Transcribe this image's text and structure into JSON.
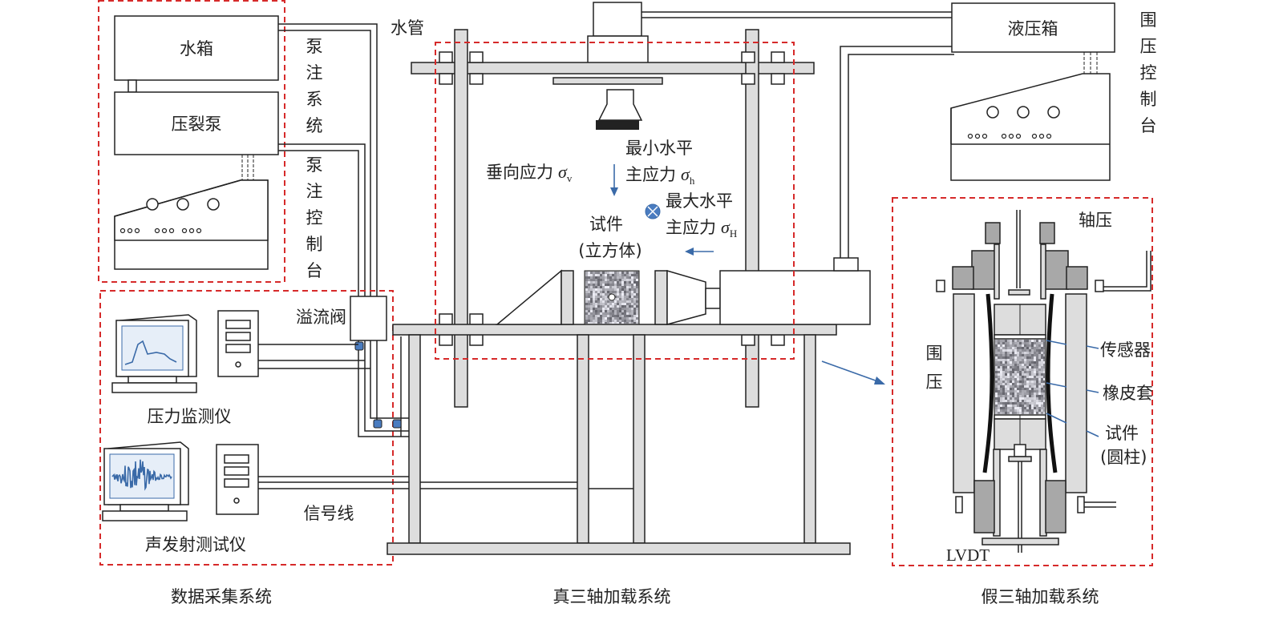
{
  "colors": {
    "dashed_border": "#d62a2a",
    "arrow": "#3a6aa8",
    "valve": "#4a7cc0"
  },
  "injection": {
    "water_tank": "水箱",
    "fracturing_pump": "压裂泵",
    "water_pipe": "水管",
    "pump_system_chars": [
      "泵",
      "注",
      "系",
      "统"
    ],
    "pump_console_chars": [
      "泵",
      "注",
      "控",
      "制",
      "台"
    ]
  },
  "acquisition": {
    "overflow_valve": "溢流阀",
    "pressure_monitor": "压力监测仪",
    "acoustic_emission": "声发射测试仪",
    "signal_line": "信号线",
    "caption": "数据采集系统"
  },
  "true_triaxial": {
    "vertical_stress": "垂向应力",
    "sigma": "σ",
    "sub_v": "v",
    "min_h_line1": "最小水平",
    "min_h_line2": "主应力",
    "sub_h": "h",
    "max_h_line1": "最大水平",
    "max_h_line2": "主应力",
    "sub_H": "H",
    "specimen_line1": "试件",
    "specimen_line2": "(立方体)",
    "caption": "真三轴加载系统"
  },
  "hydraulic": {
    "tank": "液压箱",
    "confining_console_chars": [
      "围",
      "压",
      "控",
      "制",
      "台"
    ]
  },
  "pseudo_triaxial": {
    "axial_pressure": "轴压",
    "confining_chars": [
      "围",
      "压"
    ],
    "sensor": "传感器",
    "rubber_sleeve": "橡皮套",
    "specimen_line1": "试件",
    "specimen_line2": "(圆柱)",
    "lvdt": "LVDT",
    "caption": "假三轴加载系统"
  }
}
